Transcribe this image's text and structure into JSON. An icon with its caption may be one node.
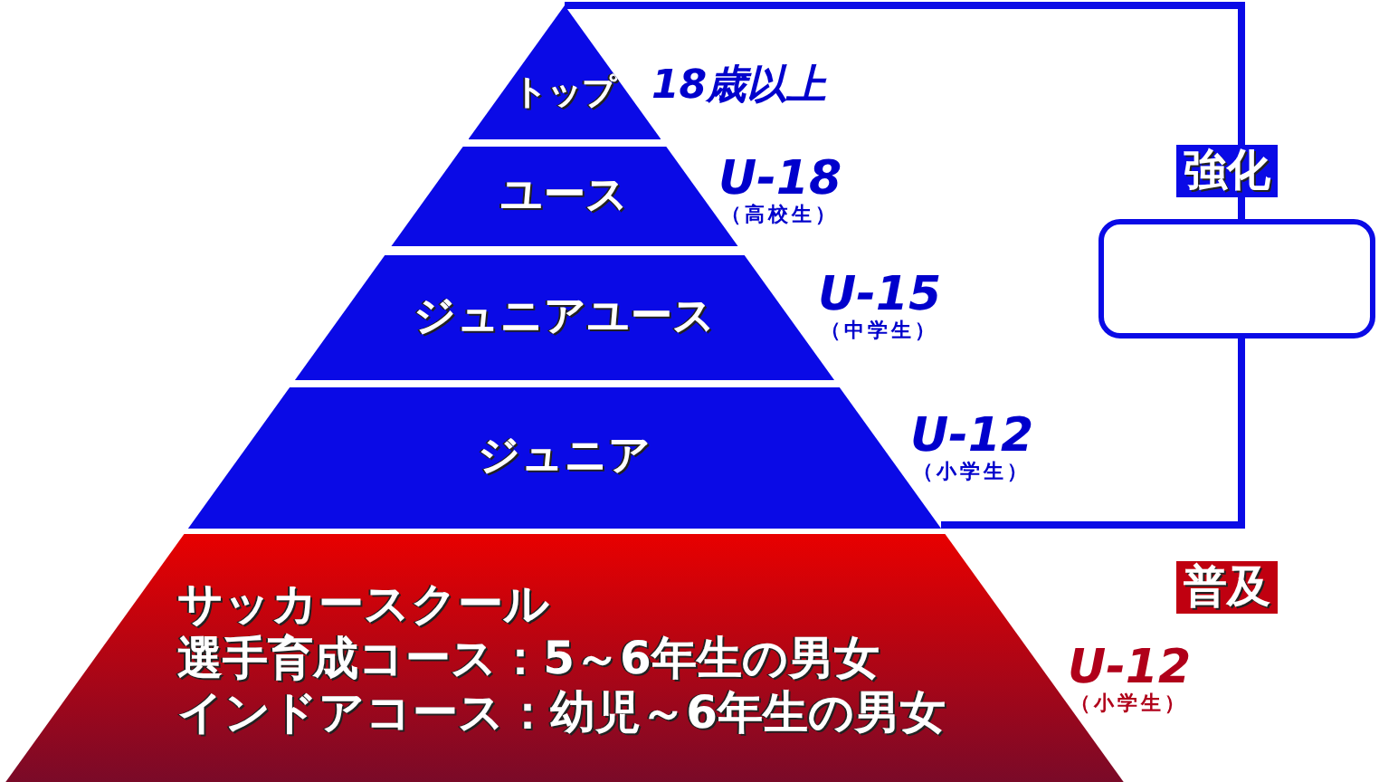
{
  "diagram": {
    "nodes": [
      {
        "text": [
          "トップ"
        ],
        "beside": [
          "18歳以上"
        ]
      },
      {
        "text": [
          "ユース"
        ],
        "beside": [
          "U-18",
          "（高校生）"
        ]
      },
      {
        "text": [
          "ジュニアユース"
        ],
        "beside": [
          "U-15",
          "（中学生）"
        ]
      },
      {
        "text": [
          "ジュニア"
        ],
        "beside": [
          "U-12",
          "（小学生）"
        ]
      },
      {
        "text": [
          "サッカースクール",
          "選手育成コース：5～6年生の男女",
          "インドアコース：幼児～6年生の男女"
        ],
        "beside": [
          "U-12",
          "（小学生）"
        ]
      },
      {
        "text": [],
        "shape": "box"
      }
    ],
    "labels": [
      "強化",
      "普及"
    ]
  }
}
